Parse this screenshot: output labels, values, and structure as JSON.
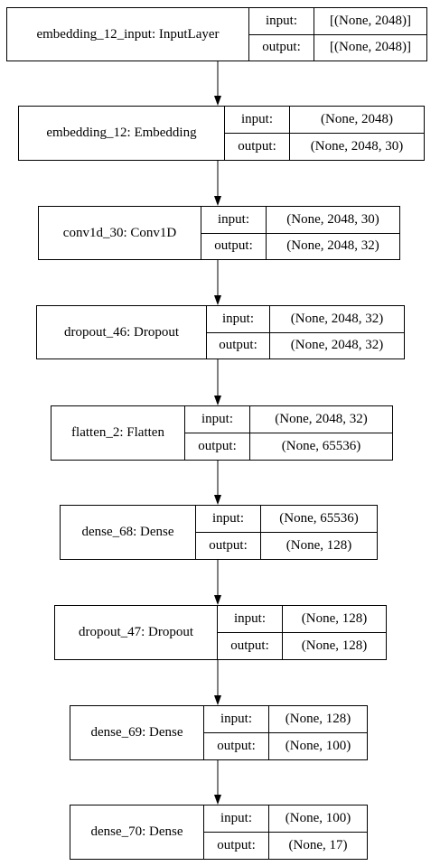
{
  "nodes": [
    {
      "name": "embedding_12_input: InputLayer",
      "input_label": "input:",
      "output_label": "output:",
      "input": "[(None, 2048)]",
      "output": "[(None, 2048)]"
    },
    {
      "name": "embedding_12: Embedding",
      "input_label": "input:",
      "output_label": "output:",
      "input": "(None, 2048)",
      "output": "(None, 2048, 30)"
    },
    {
      "name": "conv1d_30: Conv1D",
      "input_label": "input:",
      "output_label": "output:",
      "input": "(None, 2048, 30)",
      "output": "(None, 2048, 32)"
    },
    {
      "name": "dropout_46: Dropout",
      "input_label": "input:",
      "output_label": "output:",
      "input": "(None, 2048, 32)",
      "output": "(None, 2048, 32)"
    },
    {
      "name": "flatten_2: Flatten",
      "input_label": "input:",
      "output_label": "output:",
      "input": "(None, 2048, 32)",
      "output": "(None, 65536)"
    },
    {
      "name": "dense_68: Dense",
      "input_label": "input:",
      "output_label": "output:",
      "input": "(None, 65536)",
      "output": "(None, 128)"
    },
    {
      "name": "dropout_47: Dropout",
      "input_label": "input:",
      "output_label": "output:",
      "input": "(None, 128)",
      "output": "(None, 128)"
    },
    {
      "name": "dense_69: Dense",
      "input_label": "input:",
      "output_label": "output:",
      "input": "(None, 128)",
      "output": "(None, 100)"
    },
    {
      "name": "dense_70: Dense",
      "input_label": "input:",
      "output_label": "output:",
      "input": "(None, 100)",
      "output": "(None, 17)"
    }
  ]
}
